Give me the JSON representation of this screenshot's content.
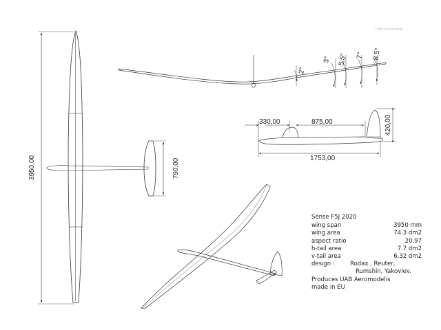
{
  "watermark": "UAB Aeromodelis",
  "dimensions": {
    "span": "3950,00",
    "htail_span": "790,00",
    "nose_to_fin": "330,00",
    "fin_to_tail": "875,00",
    "fuselage_length": "1753,00",
    "fin_height": "420,00"
  },
  "dihedral_angles": [
    "2°",
    "3°",
    "5,5°",
    "7°",
    "8,5°"
  ],
  "specs": {
    "title": "Sense F5J  2020",
    "rows": [
      {
        "label": "wing span",
        "value": "3950 mm"
      },
      {
        "label": "wing area",
        "value": "74.3 dm2"
      },
      {
        "label": "aspect ratio",
        "value": "20.97"
      },
      {
        "label": "h-tail area",
        "value": "7.7 dm2"
      },
      {
        "label": "v-tail area",
        "value": "6.32 dm2"
      }
    ],
    "design_label": "design :",
    "design_line1": "Rodax , Reuter,",
    "design_line2": "Rumshin, Yakovlev.",
    "produces": "Produces  UAB Aeromodelis",
    "made_in": "made in EU"
  }
}
